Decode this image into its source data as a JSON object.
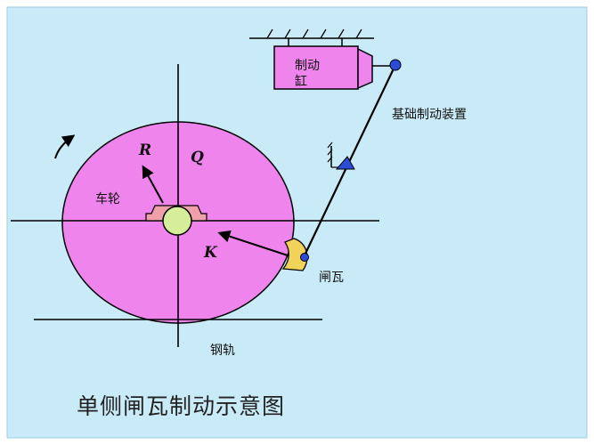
{
  "colors": {
    "panel": "#c9eaf7",
    "wheel": "#ee84ec",
    "cylinder": "#ee84ec",
    "shoe": "#f2d35a",
    "axle": "#d6ee9a",
    "bearing": "#f0a0a8",
    "pivot": "#2c4bd8",
    "line": "#000000"
  },
  "labels": {
    "cylinder": "制动\n缸",
    "cylinder_line1": "制动",
    "cylinder_line2": "缸",
    "foundation": "基础制动装置",
    "wheel": "车轮",
    "force_r": "R",
    "force_q": "Q",
    "force_k": "K",
    "shoe": "闸瓦",
    "rail": "钢轨"
  },
  "caption": "单侧闸瓦制动示意图"
}
